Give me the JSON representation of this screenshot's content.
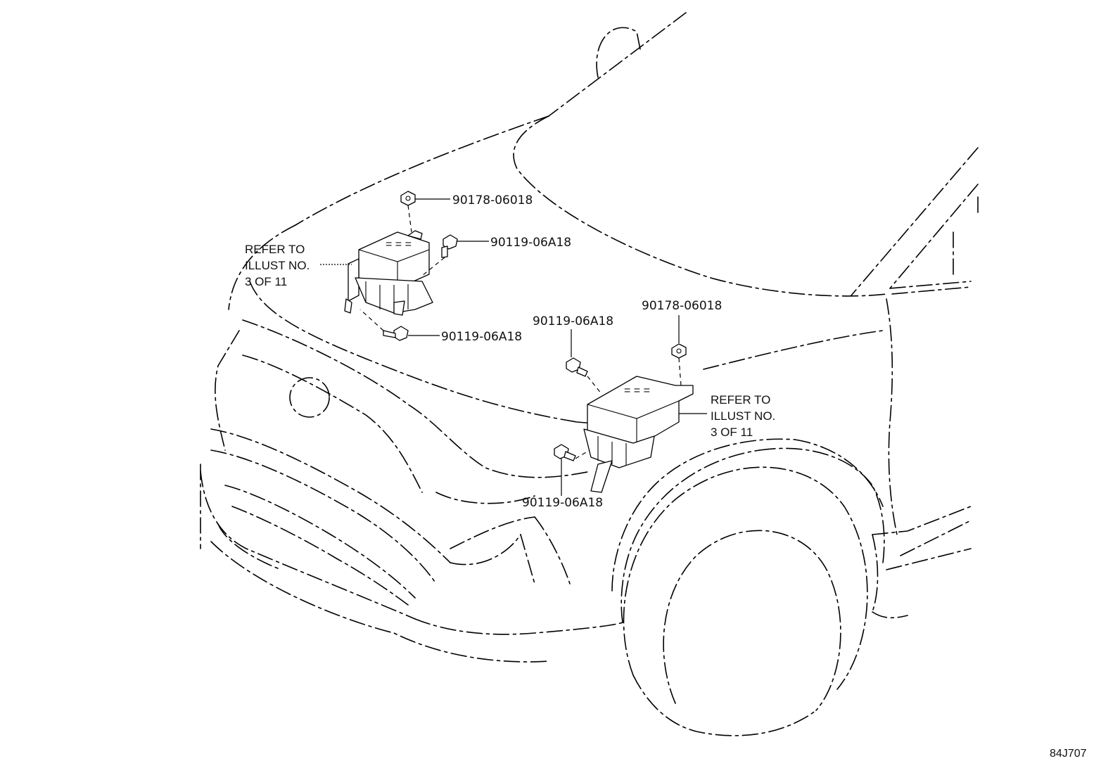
{
  "labels": {
    "nut_upper_left": "90178-06018",
    "bolt_upper_left": "90119-06A18",
    "bolt_lower_left": "90119-06A18",
    "bolt_upper_right": "90119-06A18",
    "nut_upper_right": "90178-06018",
    "bolt_lower_right": "90119-06A18"
  },
  "refer_left": {
    "line1": "REFER TO",
    "line2": "ILLUST NO.",
    "line3": "3 OF 11"
  },
  "refer_right": {
    "line1": "REFER TO",
    "line2": "ILLUST NO.",
    "line3": "3 OF 11"
  },
  "illustration_code": "84J707"
}
